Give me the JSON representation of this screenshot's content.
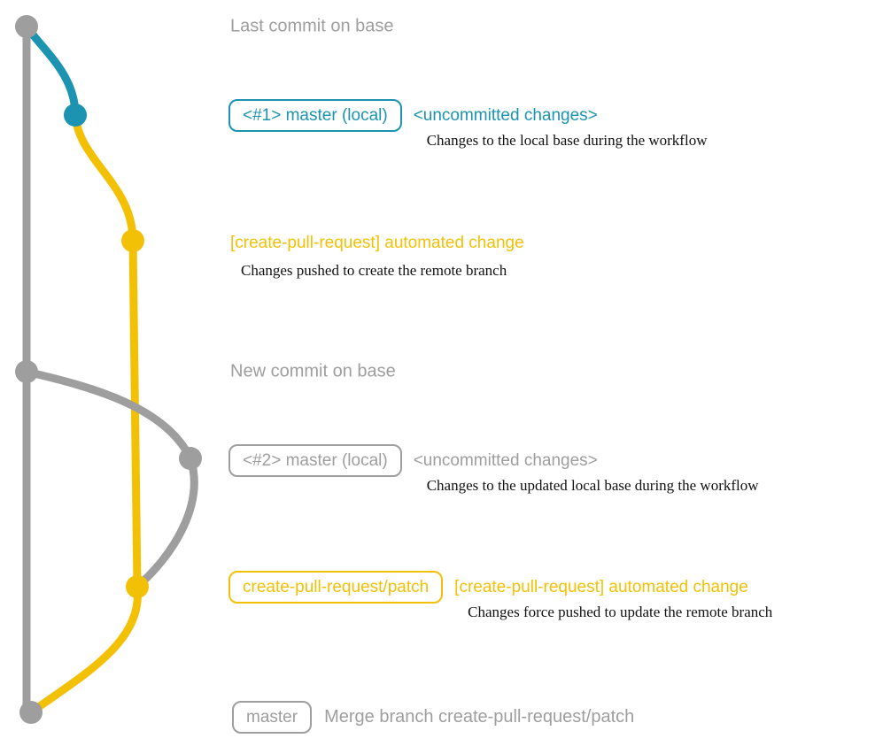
{
  "colors": {
    "gray": "#9e9e9e",
    "teal": "#1b93b1",
    "yellow": "#f2c106",
    "ink": "#111111"
  },
  "annotations": {
    "last_commit": {
      "label": "Last commit on base"
    },
    "local1": {
      "badge": "<#1> master (local)",
      "title": "<uncommitted changes>",
      "description": "Changes to the local base during the workflow"
    },
    "push1": {
      "title": "[create-pull-request] automated change",
      "description": "Changes pushed to create the remote branch"
    },
    "new_commit": {
      "label": "New commit on base"
    },
    "local2": {
      "badge": "<#2> master (local)",
      "title": "<uncommitted changes>",
      "description": "Changes to the updated local base during the workflow"
    },
    "push2": {
      "badge": "create-pull-request/patch",
      "title": "[create-pull-request] automated change",
      "description": "Changes force pushed to update the remote branch"
    },
    "merge": {
      "badge": "master",
      "title": "Merge branch create-pull-request/patch"
    }
  }
}
